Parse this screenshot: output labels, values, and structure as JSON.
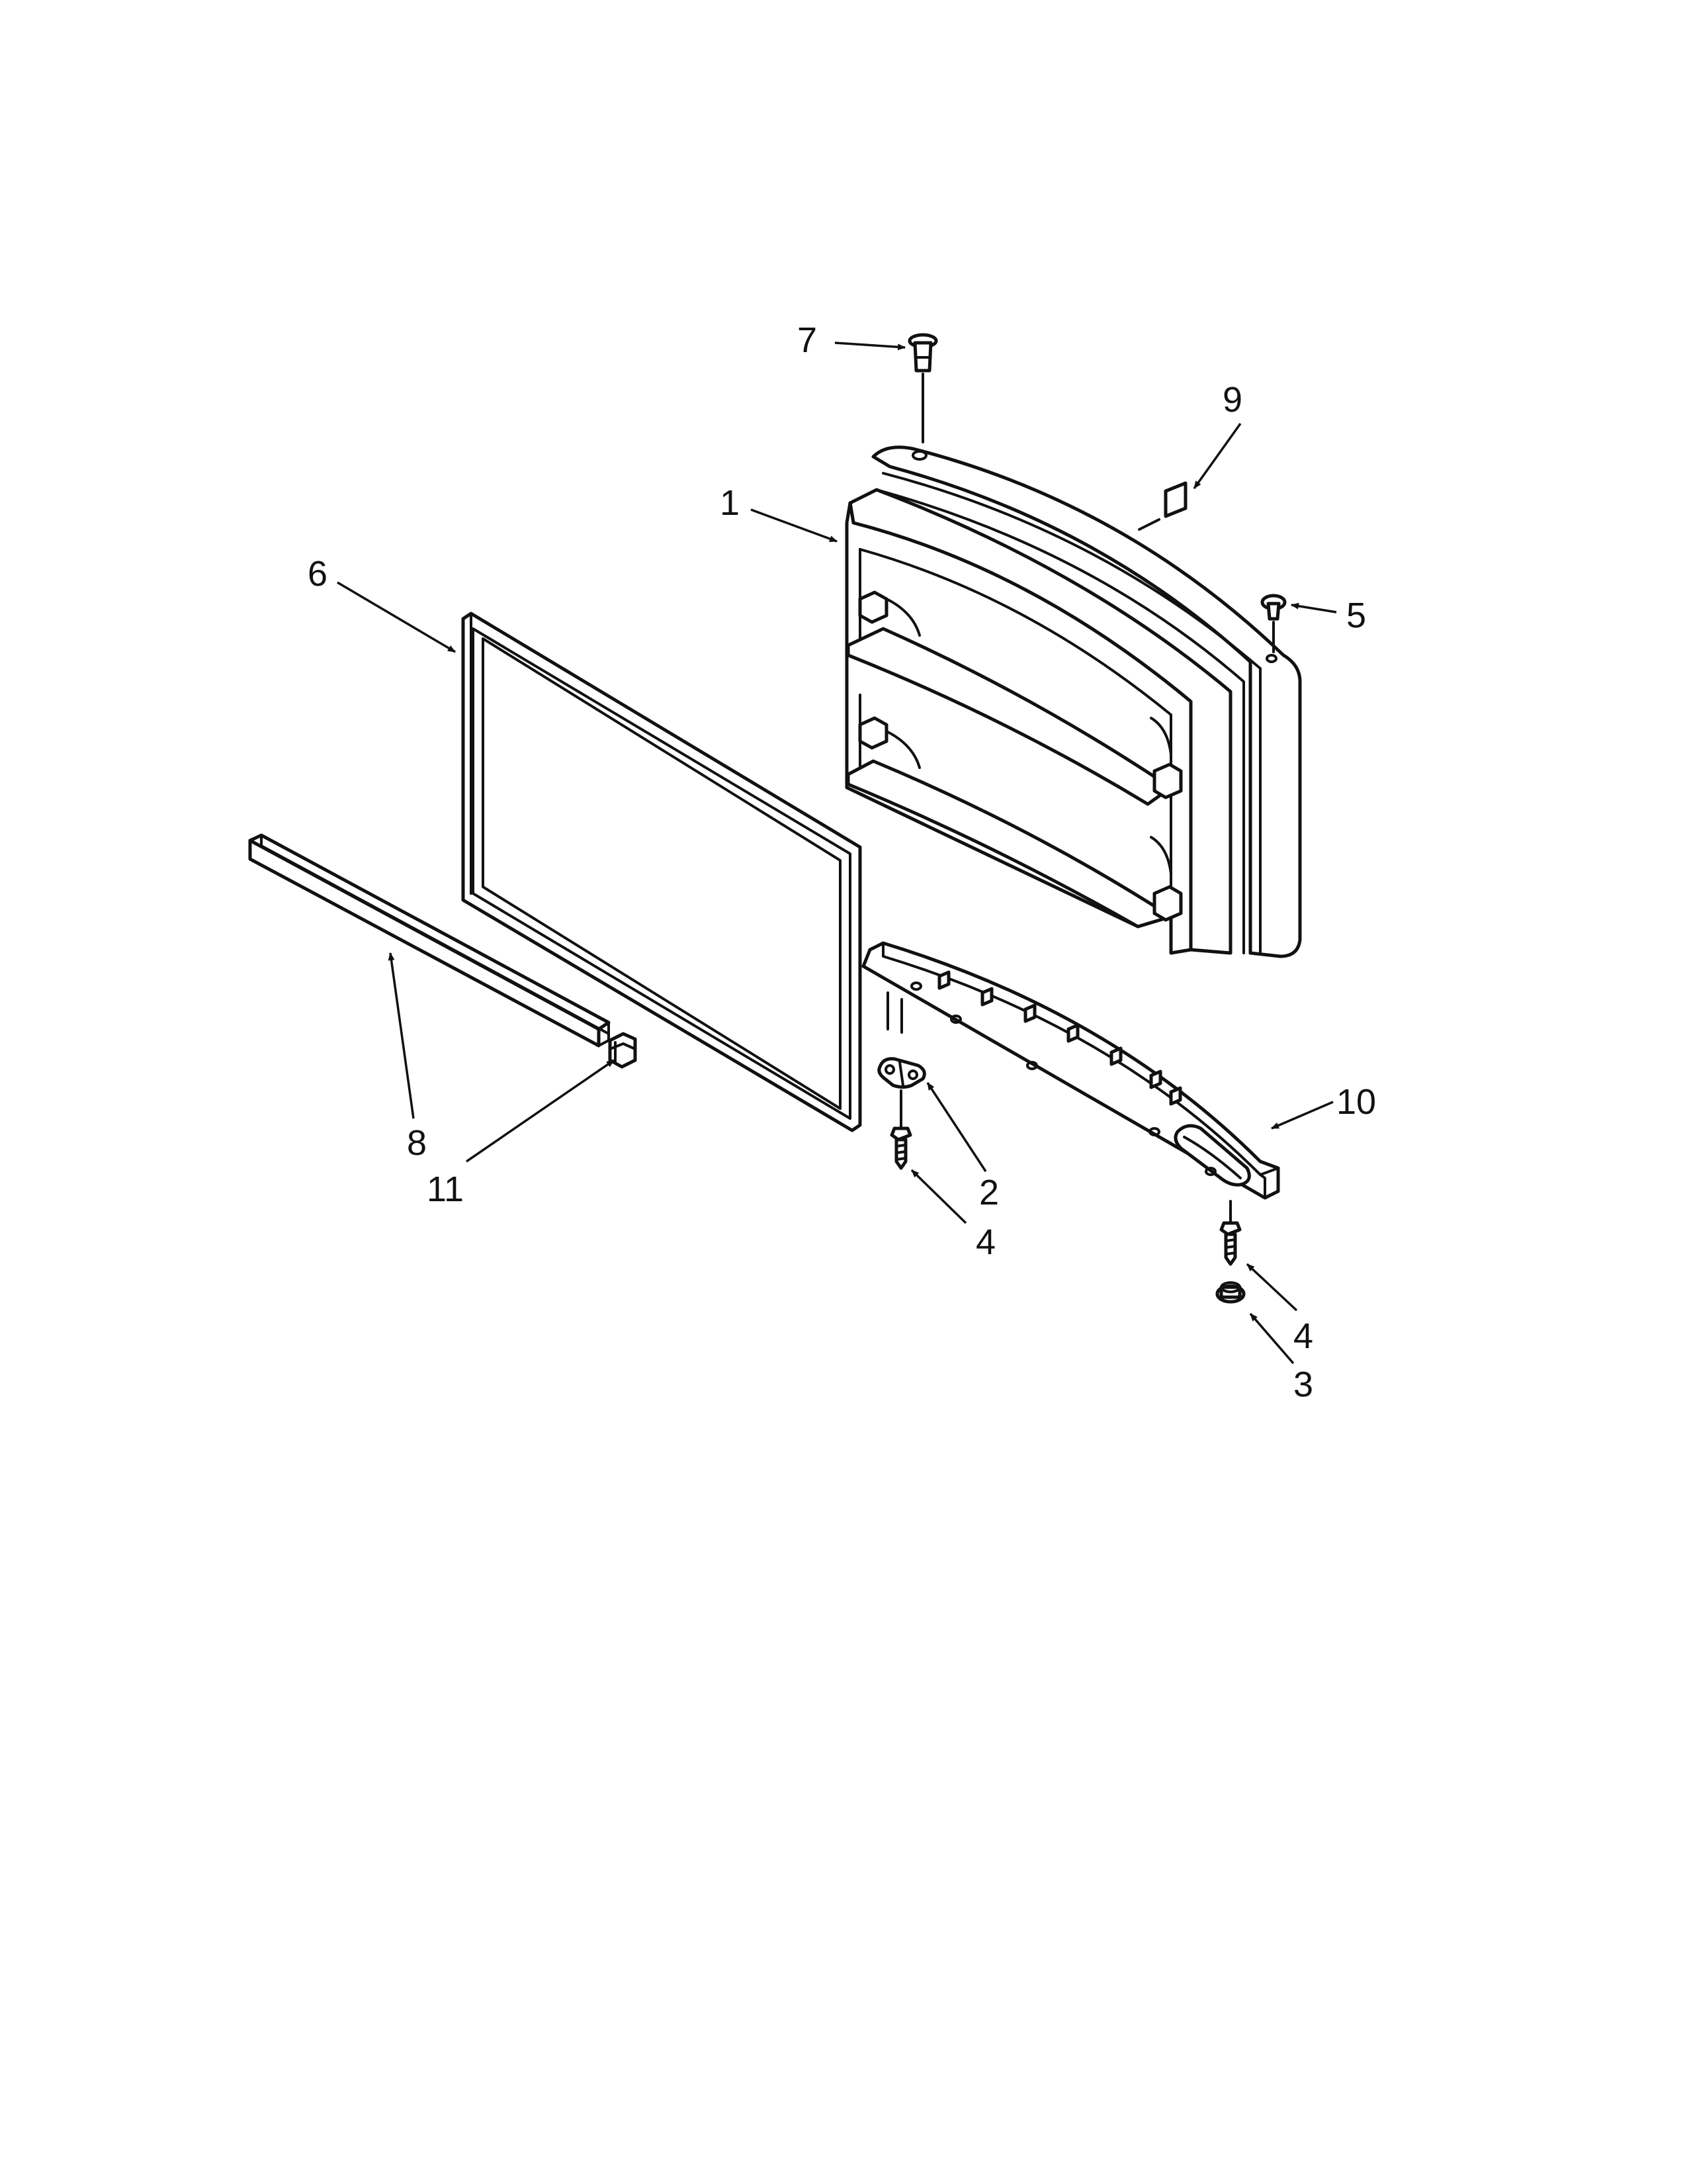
{
  "callouts": {
    "c1": "1",
    "c2": "2",
    "c3": "3",
    "c4a": "4",
    "c4b": "4",
    "c5": "5",
    "c6": "6",
    "c7": "7",
    "c8": "8",
    "c9": "9",
    "c10": "10",
    "c11": "11"
  }
}
